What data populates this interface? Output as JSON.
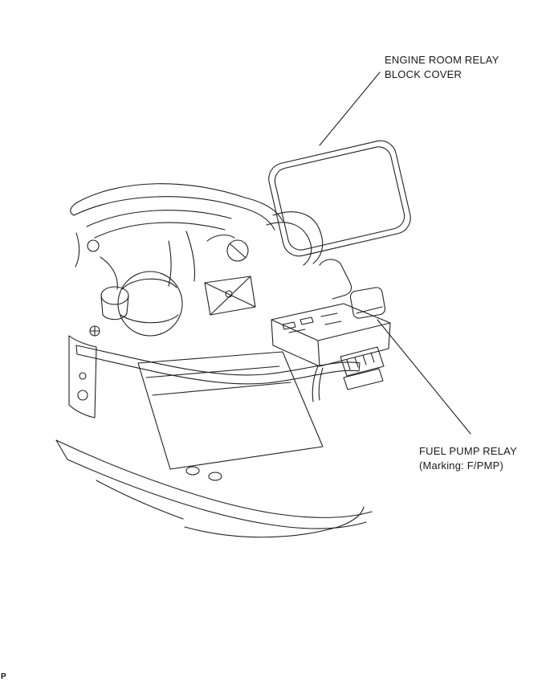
{
  "diagram": {
    "cover_label": {
      "line1": "ENGINE ROOM RELAY",
      "line2": "BLOCK COVER"
    },
    "relay_label": {
      "line1": "FUEL PUMP RELAY",
      "line2": "(Marking: F/PMP)"
    },
    "corner_mark": "P",
    "line_color": "#231f20",
    "background_color": "#ffffff"
  }
}
